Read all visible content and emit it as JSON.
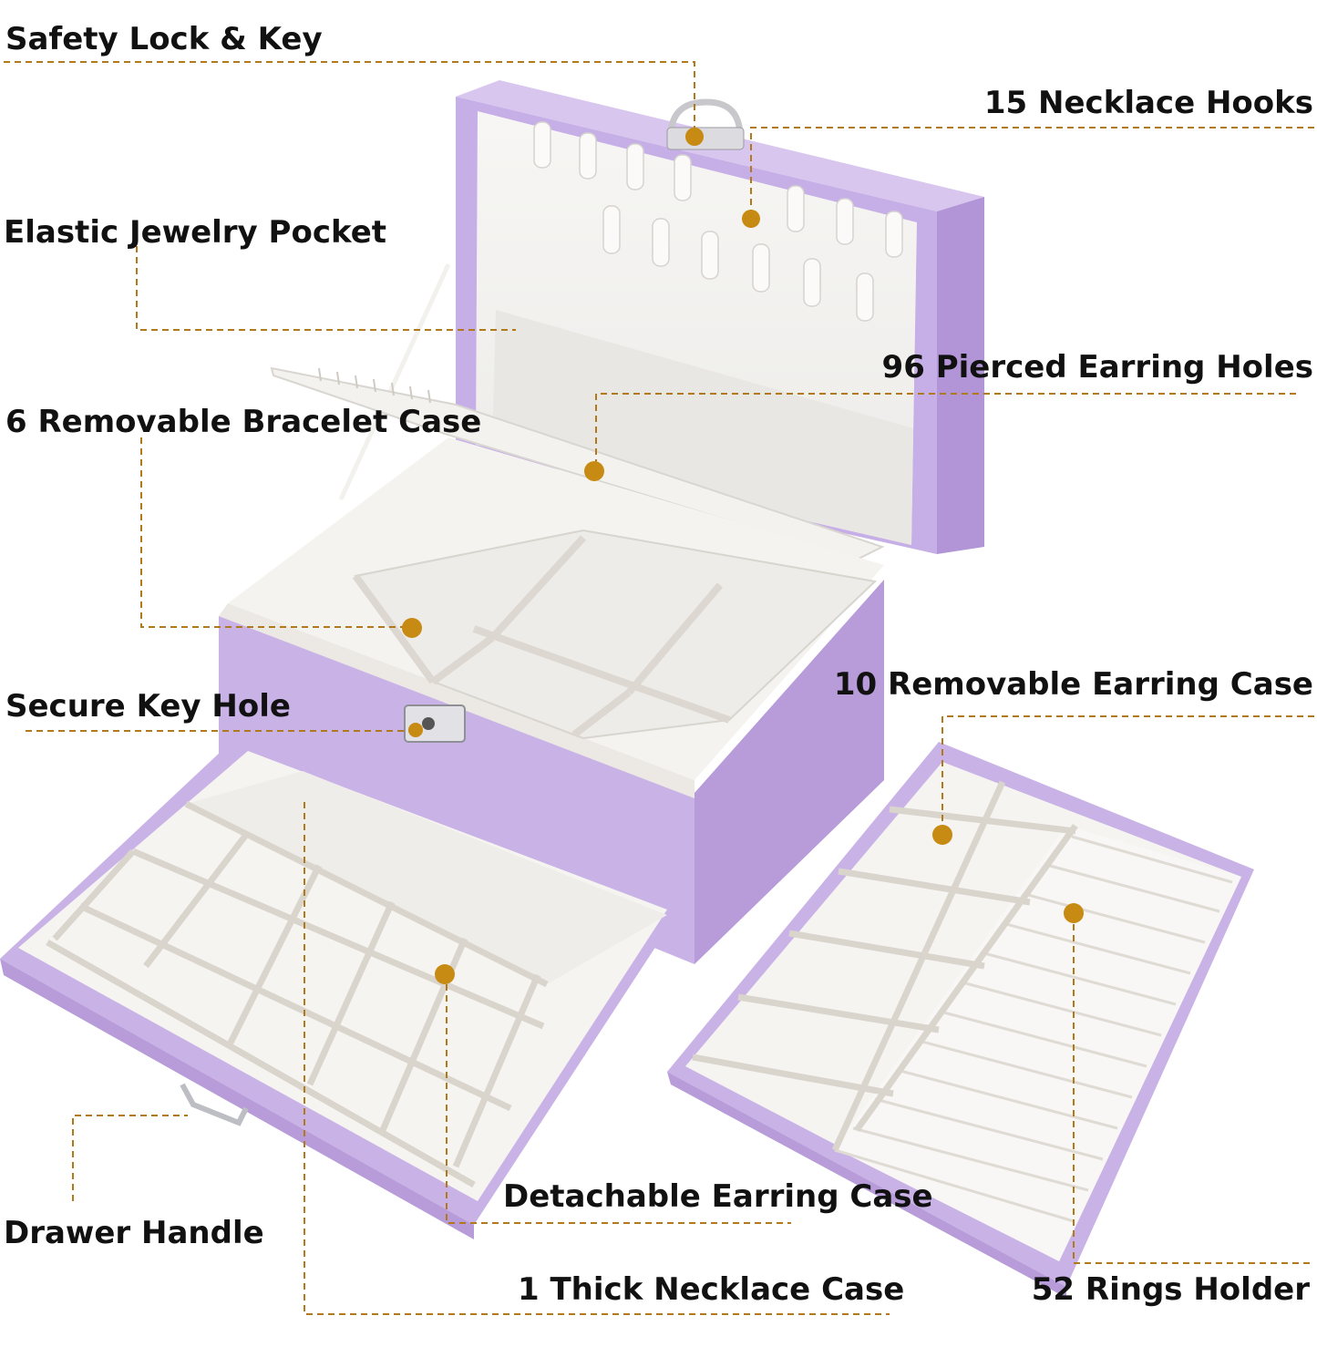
{
  "labels": {
    "safety_lock": "Safety Lock & Key",
    "necklace_hooks": "15 Necklace Hooks",
    "elastic_pocket": "Elastic Jewelry Pocket",
    "earring_holes": "96 Pierced Earring Holes",
    "bracelet_case": "6 Removable Bracelet Case",
    "earring_case": "10 Removable Earring Case",
    "key_hole": "Secure Key Hole",
    "detachable_case": "Detachable Earring Case",
    "drawer_handle": "Drawer Handle",
    "necklace_case": "1 Thick Necklace Case",
    "rings_holder": "52 Rings Holder"
  },
  "colors": {
    "box_purple": "#c9b3e6",
    "box_purple_dark": "#b79cd9",
    "lining": "#f6f5f3",
    "leader": "#b07a1a",
    "marker": "#c78a12"
  }
}
